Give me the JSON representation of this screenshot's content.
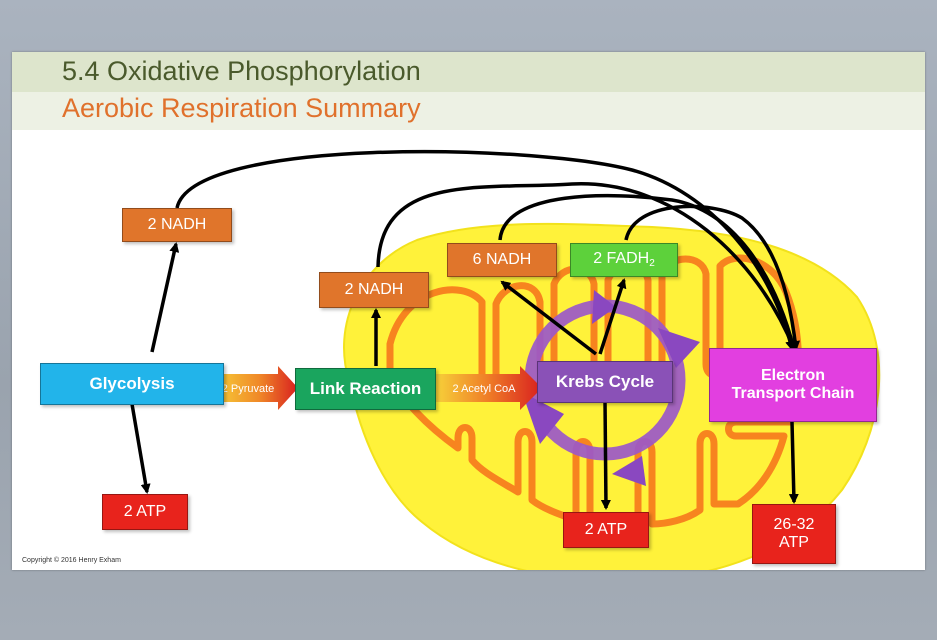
{
  "title": "5.4 Oxidative Phosphorylation",
  "subtitle": "Aerobic Respiration Summary",
  "copyright": "Copyright © 2016 Henry Exham",
  "nodes": {
    "glycolysis": "Glycolysis",
    "link_reaction": "Link Reaction",
    "krebs_cycle": "Krebs Cycle",
    "etc_line1": "Electron",
    "etc_line2": "Transport Chain",
    "nadh_glycolysis": "2 NADH",
    "atp_glycolysis": "2 ATP",
    "nadh_link": "2 NADH",
    "nadh_krebs": "6 NADH",
    "fadh_krebs_main": "2 FADH",
    "fadh_krebs_sub": "2",
    "atp_krebs": "2 ATP",
    "atp_etc_line1": "26-32",
    "atp_etc_line2": "ATP"
  },
  "connectors": {
    "pyruvate": "2 Pyruvate",
    "acetyl_coa": "2 Acetyl CoA"
  },
  "colors": {
    "title": "#4a5a2c",
    "subtitle": "#e0712c",
    "nadh": "#e0752b",
    "atp": "#e8231c",
    "fadh2": "#5dd13b",
    "link_reaction": "#1aa55e",
    "glycolysis": "#22b4ea",
    "krebs": "#8a51b7",
    "etc": "#e23fe0",
    "mitochondrion": "#fff23a"
  }
}
